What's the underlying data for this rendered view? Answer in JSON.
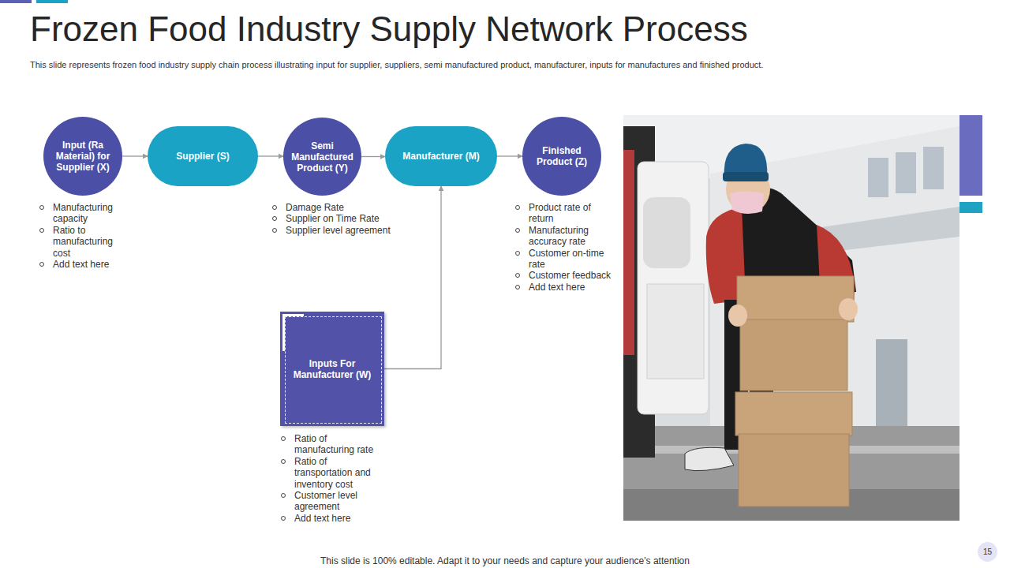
{
  "diagram": {
    "title": "Frozen Food Industry Supply Network Process",
    "caption": "This slide represents frozen food industry supply chain process illustrating input for supplier, suppliers, semi manufactured product, manufacturer, inputs for manufactures and finished product.",
    "nodes": [
      {
        "text": [
          "Input (Ra Material) for Supplier (X)"
        ]
      },
      {
        "text": [
          "Supplier (S)"
        ]
      },
      {
        "text": [
          "Semi Manufactured Product (Y)"
        ]
      },
      {
        "text": [
          "Manufacturer (M)"
        ]
      },
      {
        "text": [
          "Finished Product (Z)"
        ]
      },
      {
        "text": [
          "Inputs For Manufacturer (W)"
        ]
      }
    ],
    "edges": [
      {
        "from": 0,
        "to": 1,
        "arrow": "to"
      },
      {
        "from": 1,
        "to": 2,
        "arrow": "to"
      },
      {
        "from": 2,
        "to": 3,
        "arrow": "to"
      },
      {
        "from": 3,
        "to": 4,
        "arrow": "to"
      },
      {
        "from": 5,
        "to": 3,
        "arrow": "to"
      }
    ],
    "labels": [
      "Manufacturing capacity",
      "Ratio to manufacturing cost",
      "Add text here",
      "Damage Rate",
      "Supplier on Time Rate",
      "Supplier level agreement",
      "Product rate of return",
      "Manufacturing accuracy rate",
      "Customer on-time rate",
      "Customer feedback",
      "Add text here",
      "Ratio of manufacturing rate",
      "Ratio of transportation and inventory cost",
      "Customer level agreement",
      "Add text here",
      "This slide is 100% editable. Adapt it to your needs and capture your audience's attention",
      "15"
    ]
  }
}
